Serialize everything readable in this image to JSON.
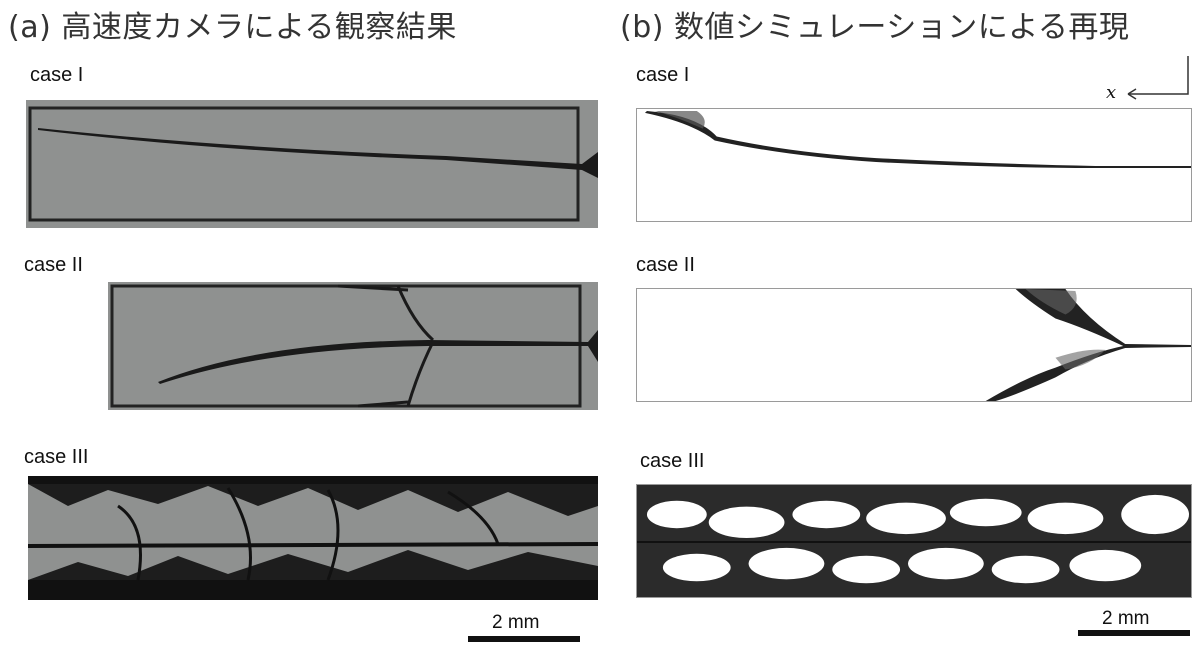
{
  "left": {
    "title": "(a) 高速度カメラによる観察結果",
    "cases": [
      "case I",
      "case II",
      "case III"
    ],
    "scale": "2 mm"
  },
  "right": {
    "title": "(b) 数値シミュレーションによる再現",
    "cases": [
      "case I",
      "case II",
      "case III"
    ],
    "scale": "2 mm",
    "axis": "x"
  }
}
